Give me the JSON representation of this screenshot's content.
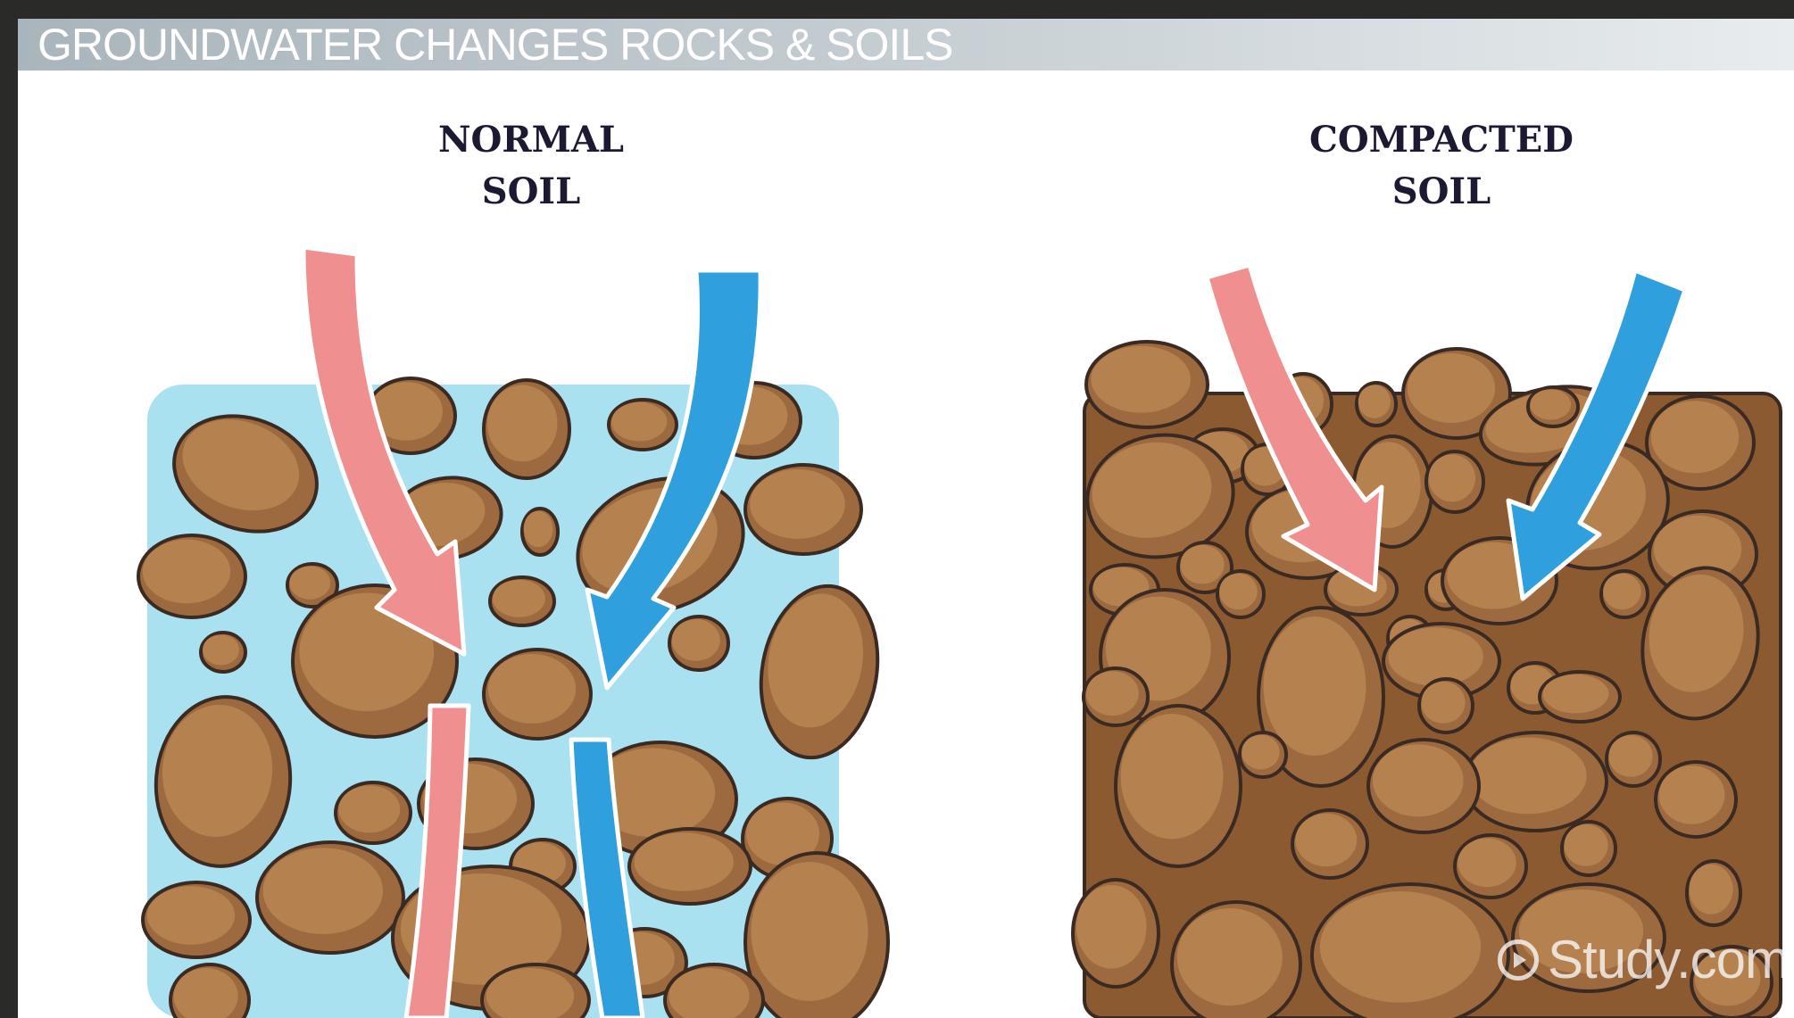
{
  "title": "GROUNDWATER CHANGES ROCKS & SOILS",
  "panels": {
    "normal": {
      "label_line1": "NORMAL",
      "label_line2": "SOIL"
    },
    "compacted": {
      "label_line1": "COMPACTED",
      "label_line2": "SOIL"
    }
  },
  "watermark": "Study.com",
  "colors": {
    "water": "#a9e1f1",
    "compacted_fill": "#8c5a30",
    "rock": "#b4814f",
    "rock_shade": "#9c6a3e",
    "outline": "#3a2a22",
    "pink_arrow": "#f08f8f",
    "blue_arrow": "#2f9fdd"
  }
}
